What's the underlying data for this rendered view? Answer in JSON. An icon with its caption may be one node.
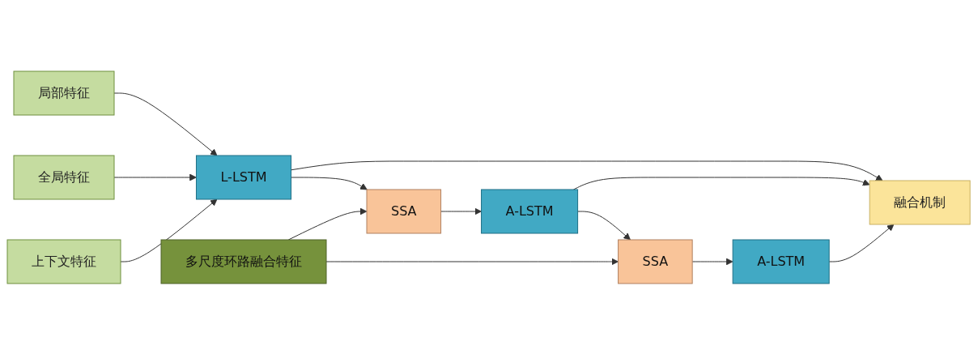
{
  "diagram": {
    "nodes": [
      {
        "text": [
          "局部特征"
        ]
      },
      {
        "text": [
          "全局特征"
        ]
      },
      {
        "text": [
          "上下文特征"
        ]
      },
      {
        "text": [
          "L-LSTM"
        ]
      },
      {
        "text": [
          "多尺度环路融合特征"
        ]
      },
      {
        "text": [
          "SSA"
        ]
      },
      {
        "text": [
          "A-LSTM"
        ]
      },
      {
        "text": [
          "SSA"
        ]
      },
      {
        "text": [
          "A-LSTM"
        ]
      },
      {
        "text": [
          "融合机制"
        ]
      }
    ],
    "edges": [
      {
        "from": 0,
        "to": 3,
        "arrow": "to"
      },
      {
        "from": 1,
        "to": 3,
        "arrow": "to"
      },
      {
        "from": 2,
        "to": 3,
        "arrow": "to"
      },
      {
        "from": 3,
        "to": 9,
        "arrow": "to"
      },
      {
        "from": 3,
        "to": 5,
        "arrow": "to"
      },
      {
        "from": 4,
        "to": 5,
        "arrow": "to"
      },
      {
        "from": 5,
        "to": 6,
        "arrow": "to"
      },
      {
        "from": 6,
        "to": 9,
        "arrow": "to"
      },
      {
        "from": 6,
        "to": 7,
        "arrow": "to"
      },
      {
        "from": 4,
        "to": 7,
        "arrow": "to"
      },
      {
        "from": 7,
        "to": 8,
        "arrow": "to"
      },
      {
        "from": 8,
        "to": 9,
        "arrow": "to"
      }
    ]
  }
}
